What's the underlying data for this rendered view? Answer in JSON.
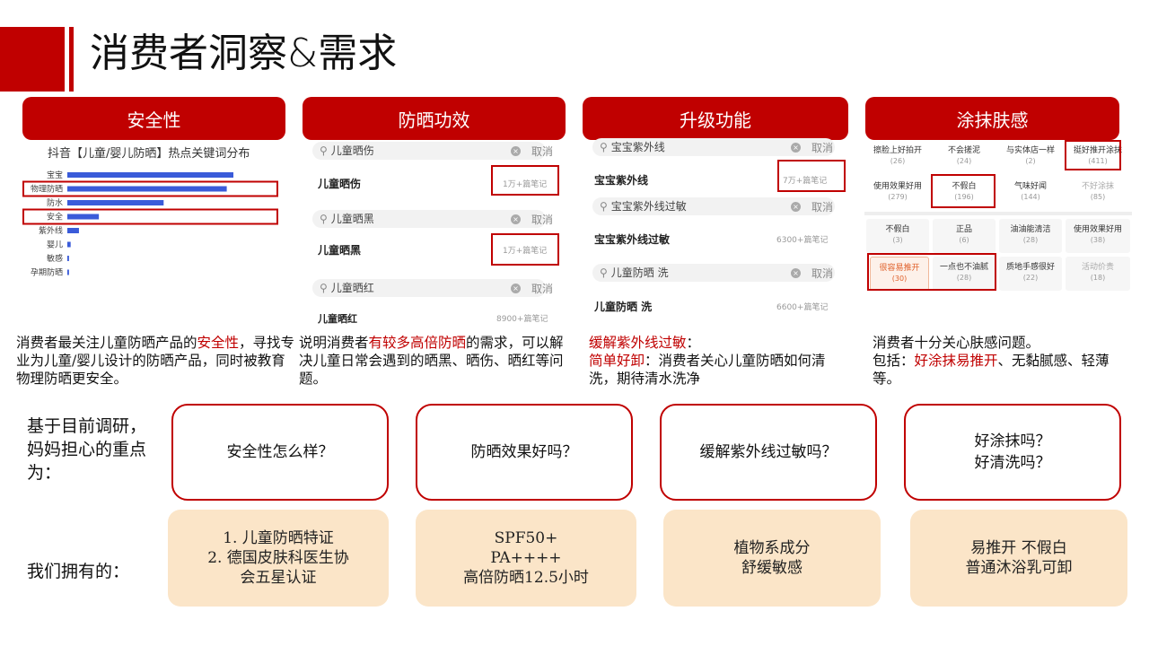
{
  "title": "消费者洞察&需求",
  "columns": [
    {
      "header": "安全性"
    },
    {
      "header": "防晒功效"
    },
    {
      "header": "升级功能"
    },
    {
      "header": "涂抹肤感"
    }
  ],
  "keyword_chart": {
    "title": "抖音【儿童/婴儿防晒】热点关键词分布",
    "keywords": [
      "宝宝",
      "物理防晒",
      "防水",
      "安全",
      "紫外线",
      "婴儿",
      "敏感",
      "孕期防晒"
    ],
    "chart_data": {
      "type": "bar",
      "orientation": "horizontal",
      "categories": [
        "宝宝",
        "物理防晒",
        "防水",
        "安全",
        "紫外线",
        "婴儿",
        "敏感",
        "孕期防晒"
      ],
      "values": [
        100,
        96,
        58,
        19,
        7,
        2,
        1,
        1
      ],
      "bar_color": "#3a5bd9",
      "highlighted": [
        "物理防晒",
        "安全"
      ]
    }
  },
  "search_panel_2": {
    "cancel": "取消",
    "entries": [
      {
        "query": "儿童晒伤",
        "result": "儿童晒伤",
        "count": "1万+篇笔记"
      },
      {
        "query": "儿童晒黑",
        "result": "儿童晒黑",
        "count": "1万+篇笔记"
      },
      {
        "query": "儿童晒红",
        "result": "儿童晒红",
        "count": "8900+篇笔记"
      }
    ]
  },
  "search_panel_3": {
    "cancel": "取消",
    "entries": [
      {
        "query": "宝宝紫外线",
        "result": "宝宝紫外线",
        "count": "7万+篇笔记"
      },
      {
        "query": "宝宝紫外线过敏",
        "result": "宝宝紫外线过敏",
        "count": "6300+篇笔记"
      },
      {
        "query": "儿童防晒 洗",
        "result": "儿童防晒 洗",
        "count": "6600+篇笔记"
      }
    ]
  },
  "tag_grid": {
    "row1": [
      {
        "label": "擦脸上好拍开",
        "count": "(26)"
      },
      {
        "label": "不会搓泥",
        "count": "(24)"
      },
      {
        "label": "与实体店一样",
        "count": "(2)"
      },
      {
        "label": "挺好推开涂抹",
        "count": "(411)"
      }
    ],
    "row2": [
      {
        "label": "使用效果好用",
        "count": "(279)"
      },
      {
        "label": "不假白",
        "count": "(196)"
      },
      {
        "label": "气味好闻",
        "count": "(144)"
      },
      {
        "label": "不好涂抹",
        "count": "(85)"
      }
    ],
    "row3": [
      {
        "label": "不假白",
        "count": "(3)"
      },
      {
        "label": "正品",
        "count": "(6)"
      },
      {
        "label": "油油能清洁",
        "count": "(28)"
      },
      {
        "label": "使用效果好用",
        "count": "(38)"
      }
    ],
    "row4": [
      {
        "label": "很容易推开",
        "count": "(30)"
      },
      {
        "label": "一点也不油腻",
        "count": "(28)"
      },
      {
        "label": "质地手感很好",
        "count": "(22)"
      },
      {
        "label": "活动价贵",
        "count": "(18)"
      }
    ]
  },
  "descriptions": {
    "d1": {
      "a": "消费者最关注儿童防晒产品的",
      "b": "安全性",
      "c": "，寻找专业为儿童/婴儿设计的防晒产品，同时被教育物理防晒更安全。"
    },
    "d2": {
      "a": "说明消费者",
      "b": "有较多高倍防晒",
      "c": "的需求，可以解决儿童日常会遇到的晒黑、晒伤、晒红等问题。"
    },
    "d3": {
      "a": "缓解紫外线过敏",
      "b": "：",
      "c": "简单好卸",
      "d": "：消费者关心儿童防晒如何清洗，期待清水洗净"
    },
    "d4": {
      "a": "消费者十分关心肤感问题。",
      "b": "包括：",
      "c": "好涂抹易推开",
      "d": "、无黏腻感、轻薄等。"
    }
  },
  "worry": {
    "label": "基于目前调研，妈妈担心的重点为：",
    "questions": [
      "安全性怎么样？",
      "防晒效果好吗？",
      "缓解紫外线过敏吗？",
      "好涂抹吗？\n好清洗吗？"
    ]
  },
  "have": {
    "label": "我们拥有的：",
    "answers": [
      "1. 儿童防晒特证\n2. 德国皮肤科医生协\n会五星认证",
      "SPF50+\nPA++++\n高倍防晒12.5小时",
      "植物系成分\n舒缓敏感",
      "易推开 不假白\n普通沐浴乳可卸"
    ]
  },
  "colors": {
    "accent": "#c00000",
    "answer_bg": "#fbe5c8",
    "bar": "#3a5bd9"
  }
}
